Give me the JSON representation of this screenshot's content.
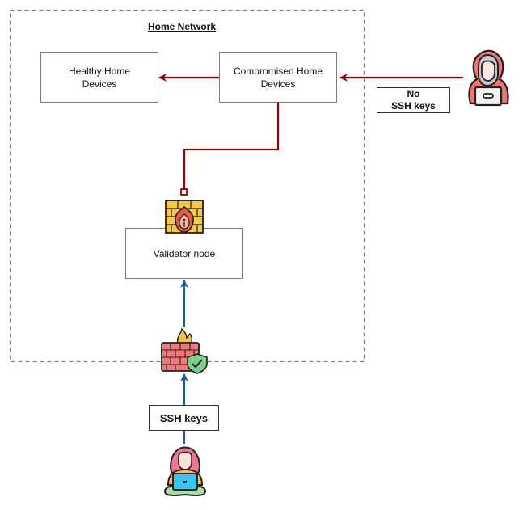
{
  "diagram": {
    "group": {
      "title": "Home Network"
    },
    "nodes": {
      "healthy": {
        "label_line1": "Healthy Home",
        "label_line2": "Devices"
      },
      "compromised": {
        "label_line1": "Compromised Home",
        "label_line2": "Devices"
      },
      "validator": {
        "label": "Validator node"
      }
    },
    "labels": {
      "attacker_key": {
        "line1": "No",
        "line2": "SSH keys"
      },
      "user_key": {
        "label": "SSH keys"
      }
    },
    "icons": {
      "attacker": "hacker-icon",
      "blocked_firewall": "firewall-blocked-icon",
      "allowed_firewall": "firewall-shield-icon",
      "user": "user-laptop-icon"
    },
    "colors": {
      "attack_path": "#990000",
      "legit_path": "#1f5f99",
      "group_border": "#808080"
    }
  }
}
